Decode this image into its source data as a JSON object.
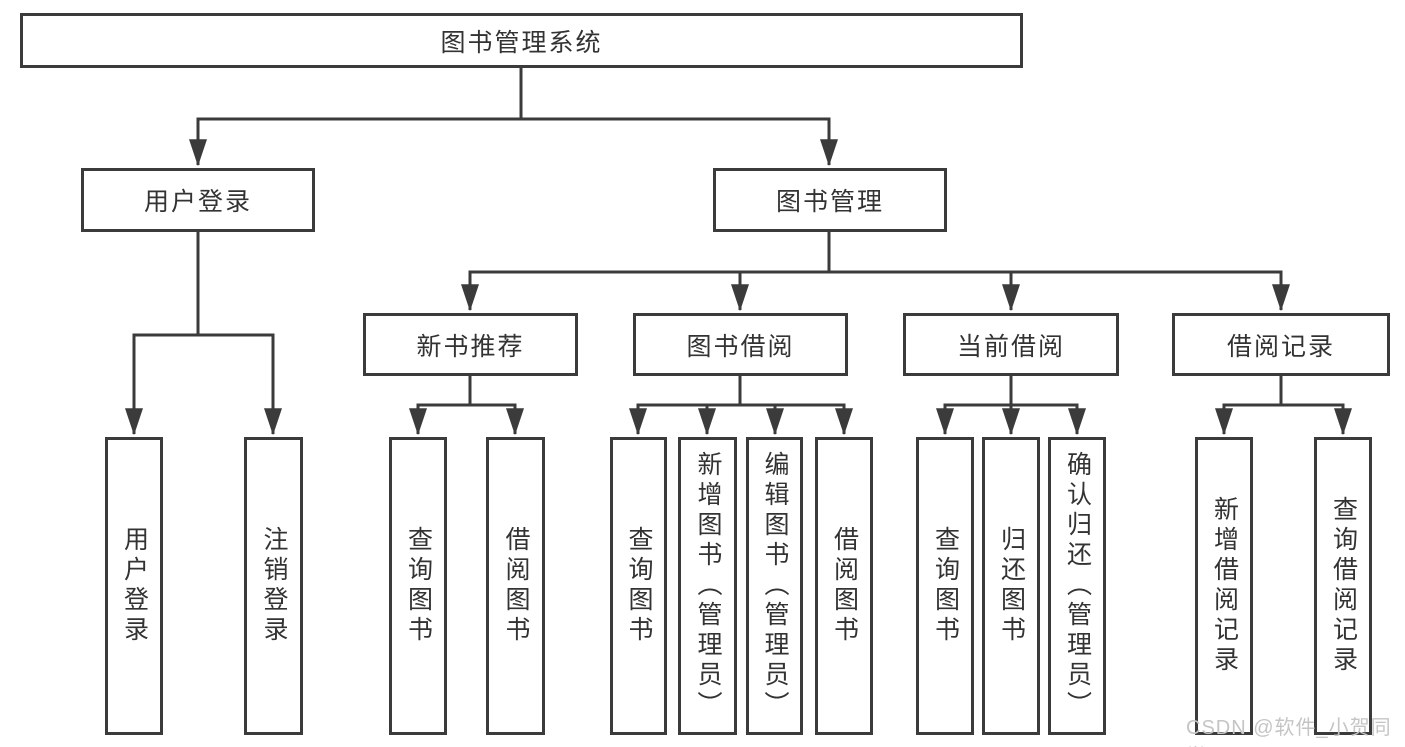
{
  "diagram_title": "图书管理系统",
  "colors": {
    "line": "#3b3b3b",
    "box_border": "#3b3b3b",
    "text": "#333333",
    "background": "#ffffff",
    "watermark": "#c5c5c5"
  },
  "tree": {
    "root": {
      "label": "图书管理系统"
    },
    "branches": [
      {
        "label": "用户登录",
        "children": [
          {
            "label": "用户登录"
          },
          {
            "label": "注销登录"
          }
        ]
      },
      {
        "label": "图书管理",
        "children": [
          {
            "label": "新书推荐",
            "children": [
              {
                "label": "查询图书"
              },
              {
                "label": "借阅图书"
              }
            ]
          },
          {
            "label": "图书借阅",
            "children": [
              {
                "label": "查询图书"
              },
              {
                "label": "新增图书（管理员）"
              },
              {
                "label": "编辑图书（管理员）"
              },
              {
                "label": "借阅图书"
              }
            ]
          },
          {
            "label": "当前借阅",
            "children": [
              {
                "label": "查询图书"
              },
              {
                "label": "归还图书"
              },
              {
                "label": "确认归还（管理员）"
              }
            ]
          },
          {
            "label": "借阅记录",
            "children": [
              {
                "label": "新增借阅记录"
              },
              {
                "label": "查询借阅记录"
              }
            ]
          }
        ]
      }
    ]
  },
  "watermark": {
    "text": "CSDN @软件_小贺同学"
  }
}
